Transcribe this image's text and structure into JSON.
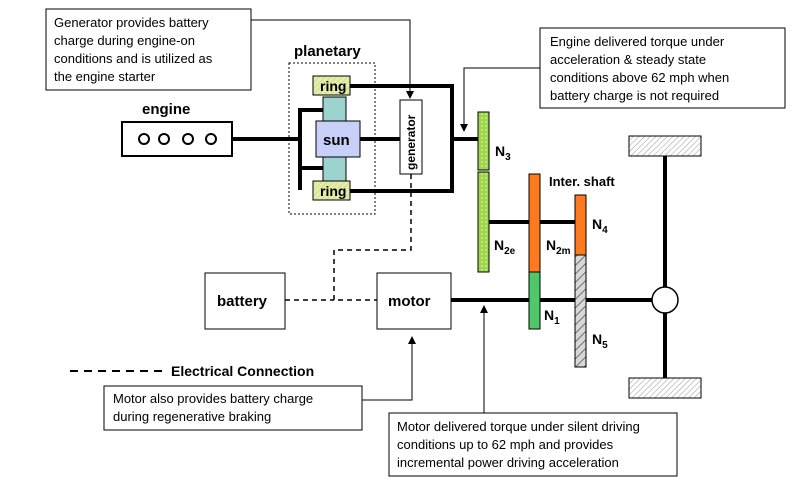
{
  "callouts": {
    "generator_note": [
      "Generator provides battery",
      "charge during engine-on",
      "conditions and is utilized as",
      "the engine starter"
    ],
    "engine_torque_note": [
      "Engine delivered torque under",
      "acceleration & steady state",
      "conditions above 62 mph when",
      "battery charge is not required"
    ],
    "motor_regen_note": [
      "Motor also provides battery charge",
      "during regenerative braking"
    ],
    "motor_torque_note": [
      "Motor delivered torque under silent driving",
      "conditions up to 62 mph and provides",
      "incremental power driving acceleration"
    ]
  },
  "labels": {
    "planetary": "planetary",
    "engine": "engine",
    "ring_top": "ring",
    "sun": "sun",
    "ring_bottom": "ring",
    "generator": "generator",
    "battery": "battery",
    "motor": "motor",
    "inter_shaft": "Inter.  shaft",
    "legend": "Electrical Connection"
  },
  "gears": {
    "n3": {
      "main": "N",
      "sub": "3"
    },
    "n2e": {
      "main": "N",
      "sub": "2e"
    },
    "n2m": {
      "main": "N",
      "sub": "2m"
    },
    "n4": {
      "main": "N",
      "sub": "4"
    },
    "n1": {
      "main": "N",
      "sub": "1"
    },
    "n5": {
      "main": "N",
      "sub": "5"
    }
  },
  "colors": {
    "ring": "#e6edaa",
    "sun": "#c8d0f8",
    "planet": "#9dd3cf",
    "n3_n2e": "#b8e06a",
    "orange_gear": "#ff7a1f",
    "green_gear": "#4fc86a",
    "n5_hatch": "#b0b0b0"
  }
}
